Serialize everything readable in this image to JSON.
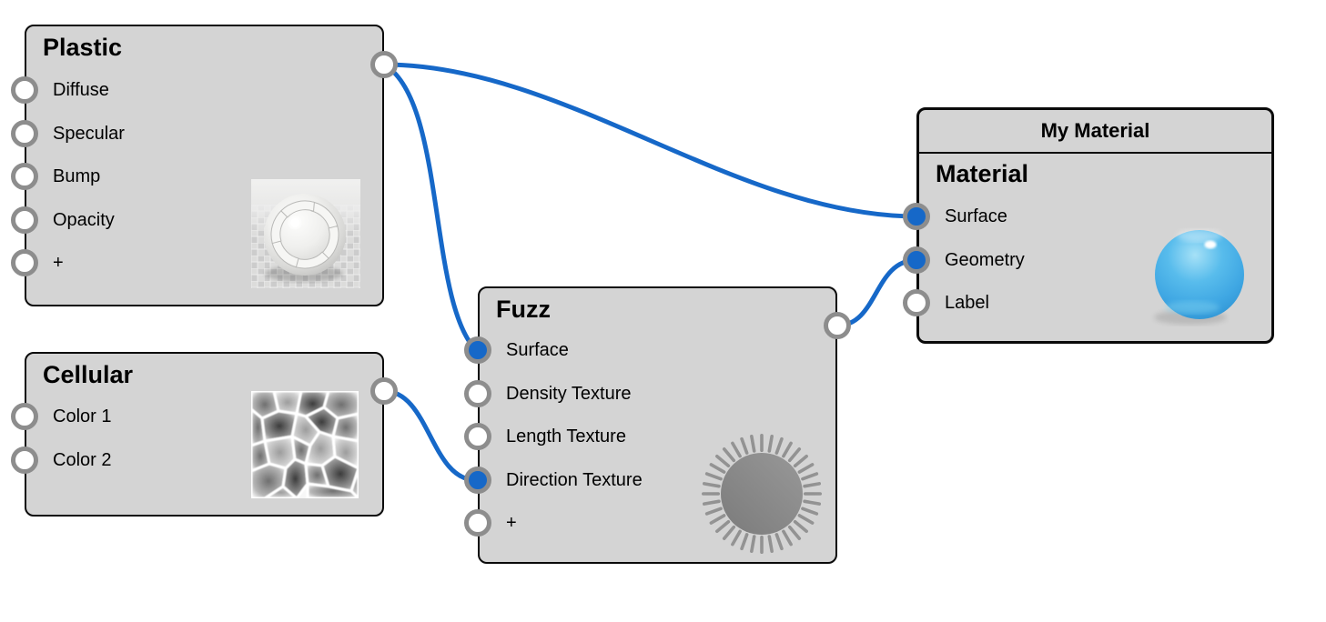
{
  "colors": {
    "wire": "#1668c8",
    "port_connected_fill": "#1668c8",
    "port_ring": "#8d8d8d",
    "node_fill": "#d4d4d4",
    "node_border": "#0a0a0a"
  },
  "nodes": {
    "plastic": {
      "title": "Plastic",
      "inputs": [
        {
          "label": "Diffuse",
          "filled": false
        },
        {
          "label": "Specular",
          "filled": false
        },
        {
          "label": "Bump",
          "filled": false
        },
        {
          "label": "Opacity",
          "filled": false
        },
        {
          "label": "+",
          "filled": false
        }
      ],
      "output": {
        "filled": false
      },
      "preview_icon": "white-plastic-pinwheel-sphere-on-checkerboard"
    },
    "cellular": {
      "title": "Cellular",
      "inputs": [
        {
          "label": "Color 1",
          "filled": false
        },
        {
          "label": "Color 2",
          "filled": false
        }
      ],
      "output": {
        "filled": false
      },
      "preview_icon": "grayscale-voronoi-cell-texture"
    },
    "fuzz": {
      "title": "Fuzz",
      "inputs": [
        {
          "label": "Surface",
          "filled": true
        },
        {
          "label": "Density Texture",
          "filled": false
        },
        {
          "label": "Length Texture",
          "filled": false
        },
        {
          "label": "Direction Texture",
          "filled": true
        },
        {
          "label": "+",
          "filled": false
        }
      ],
      "output": {
        "filled": false
      },
      "preview_icon": "gray-fuzzy-spiked-ball"
    },
    "material": {
      "header": "My Material",
      "title": "Material",
      "inputs": [
        {
          "label": "Surface",
          "filled": true
        },
        {
          "label": "Geometry",
          "filled": true
        },
        {
          "label": "Label",
          "filled": false
        }
      ],
      "preview_icon": "glossy-blue-sphere"
    }
  },
  "connections": [
    {
      "from": "Plastic.output",
      "to": "Material.Surface"
    },
    {
      "from": "Plastic.output",
      "to": "Fuzz.Surface"
    },
    {
      "from": "Cellular.output",
      "to": "Fuzz.Direction Texture"
    },
    {
      "from": "Fuzz.output",
      "to": "Material.Geometry"
    }
  ]
}
